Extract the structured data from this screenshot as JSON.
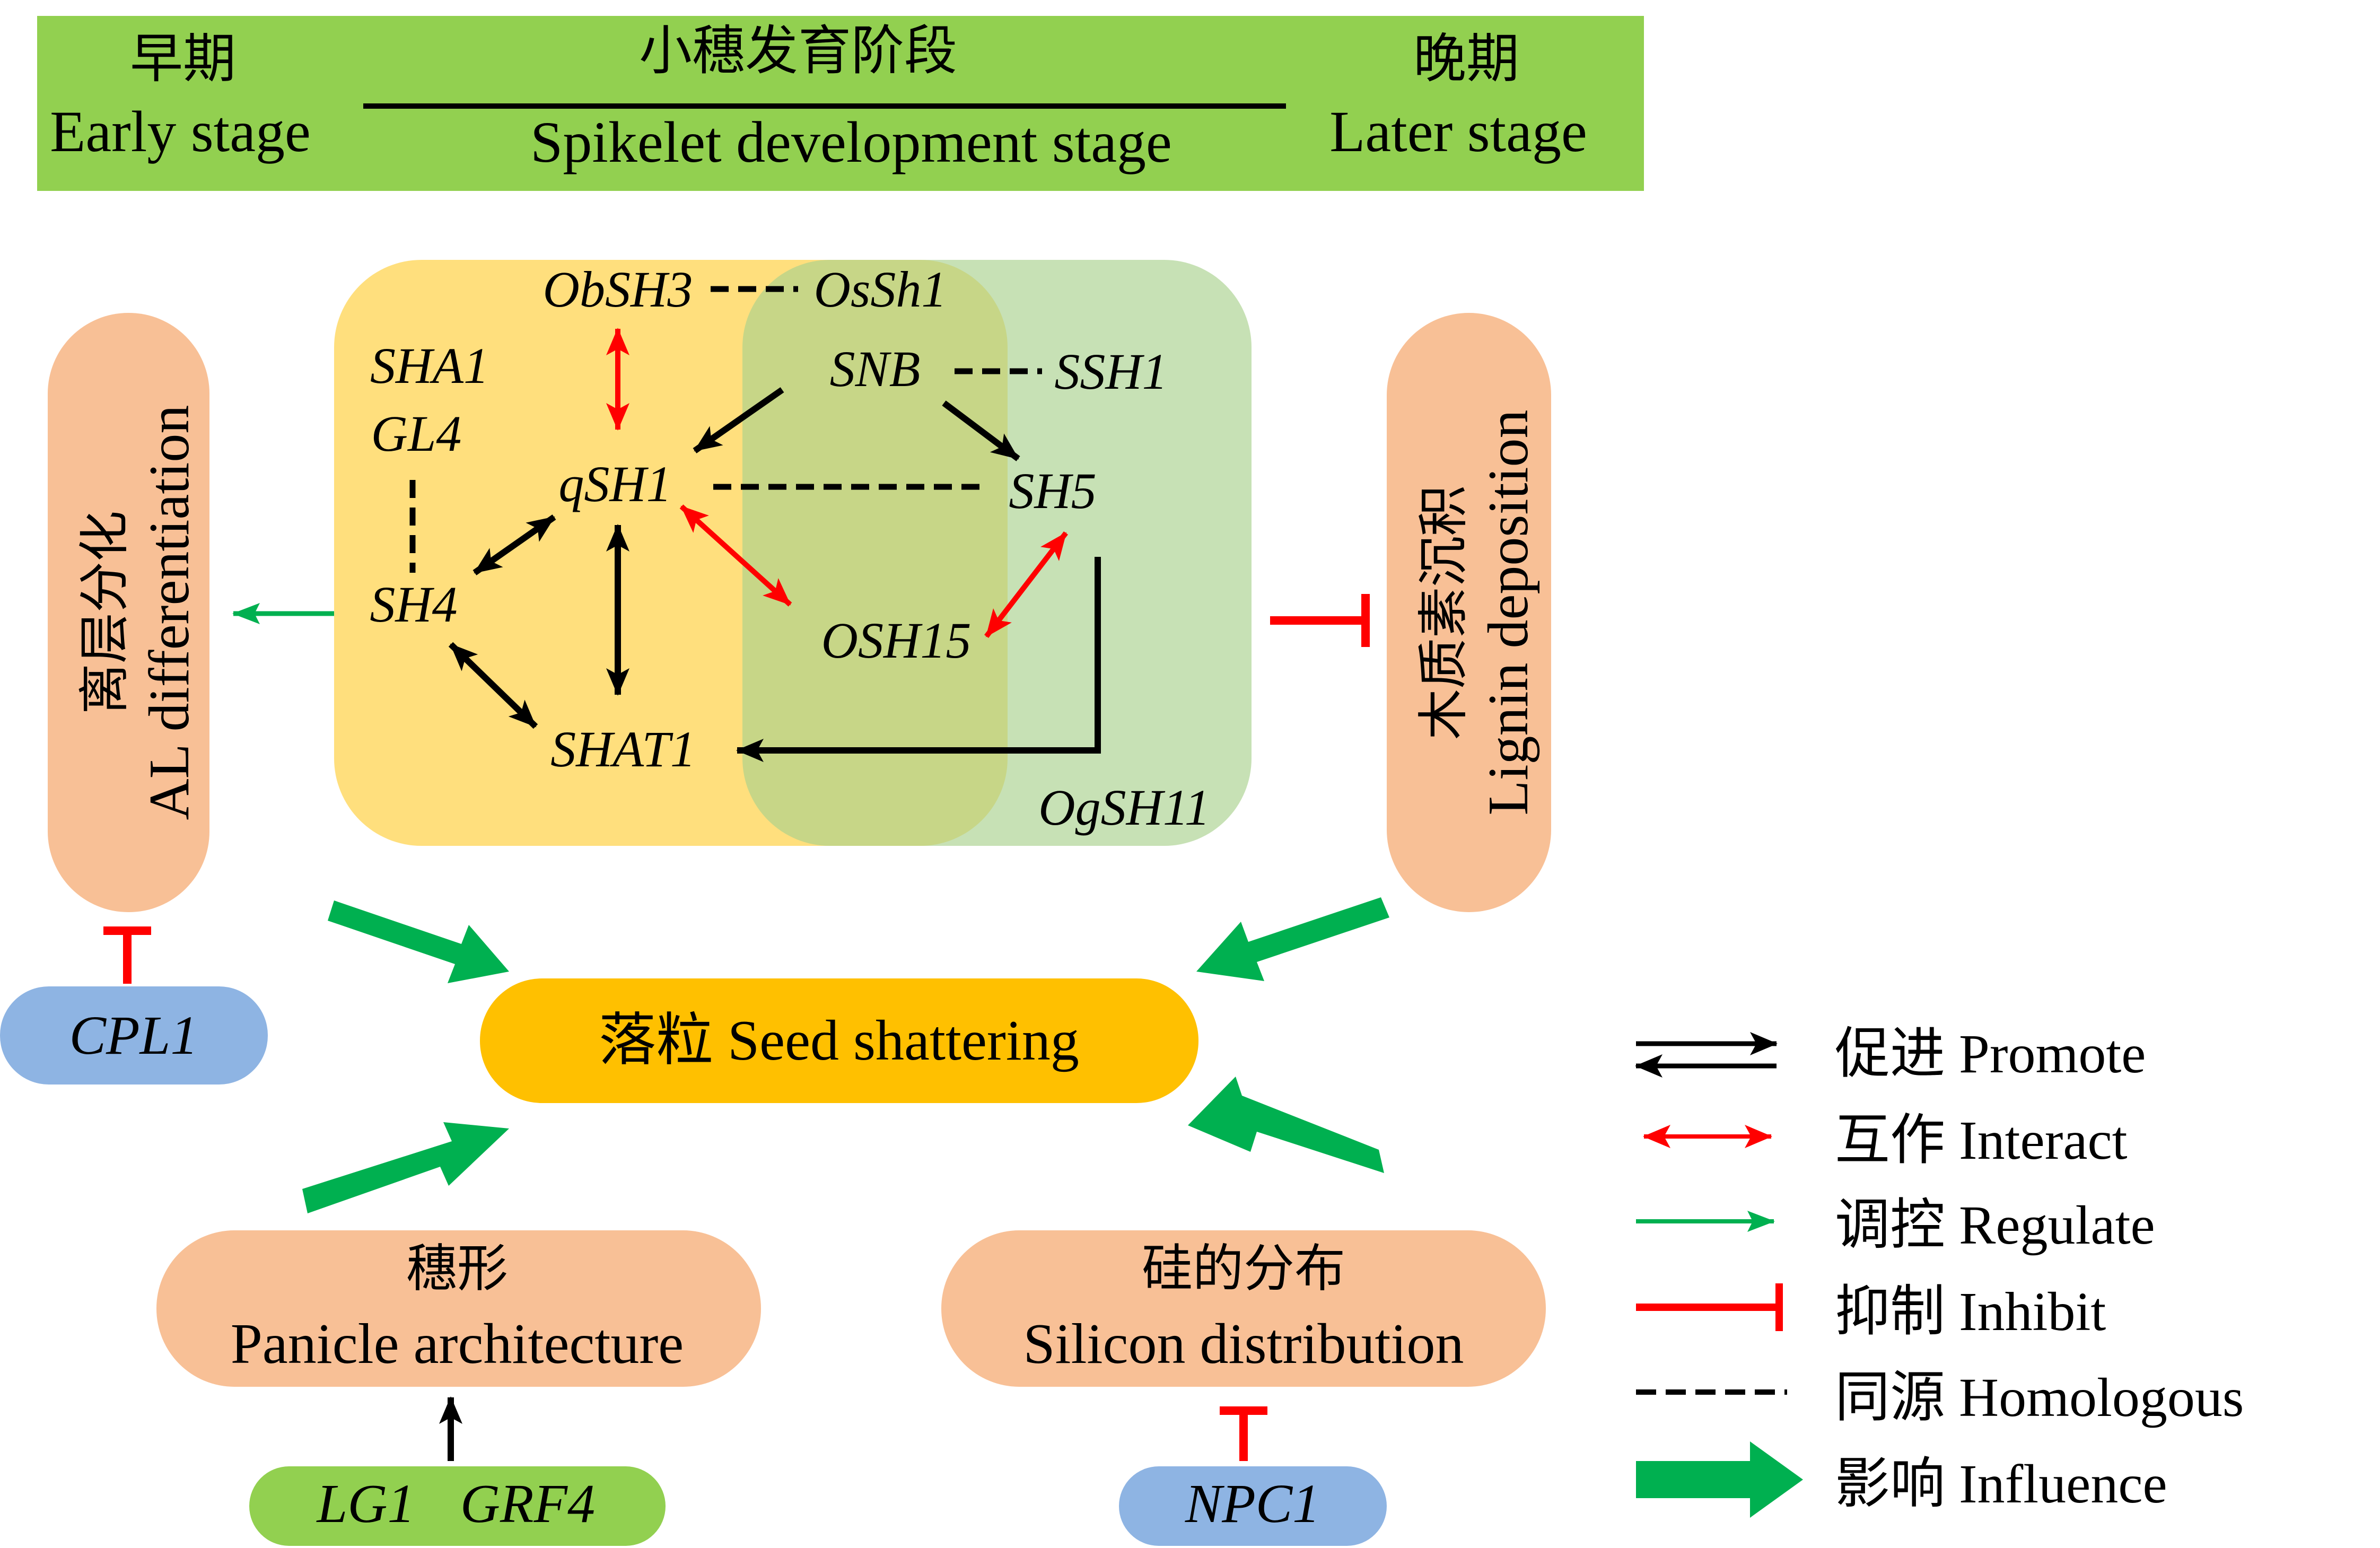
{
  "header": {
    "early_zh": "早期",
    "early_en": "Early stage",
    "middle_zh": "小穗发育阶段",
    "middle_en": "Spikelet development stage",
    "later_zh": "晚期",
    "later_en": "Later stage"
  },
  "genes": {
    "obsh3": "ObSH3",
    "ossh1": "OsSh1",
    "sha1": "SHA1",
    "gl4": "GL4",
    "snb": "SNB",
    "ssh1": "SSH1",
    "qsh1": "qSH1",
    "sh5": "SH5",
    "sh4": "SH4",
    "osh15": "OSH15",
    "shat1": "SHAT1",
    "ogsh11": "OgSH11"
  },
  "left_pill": {
    "zh": "离层分化",
    "en": "AL differentiation"
  },
  "right_pill": {
    "zh": "木质素沉积",
    "en": "Lignin deposition"
  },
  "center": {
    "label": "落粒 Seed shattering"
  },
  "panicle": {
    "zh": "穗形",
    "en": "Panicle architecture"
  },
  "silicon": {
    "zh": "硅的分布",
    "en": "Silicon distribution"
  },
  "regulators": {
    "cpl1": "CPL1",
    "lg1": "LG1",
    "grf4": "GRF4",
    "npc1": "NPC1"
  },
  "legend": {
    "promote": "促进 Promote",
    "interact": "互作 Interact",
    "regulate": "调控 Regulate",
    "inhibit": "抑制 Inhibit",
    "homologous": "同源 Homologous",
    "influence": "影响 Influence"
  },
  "colors": {
    "header_green": "#92d050",
    "yellow_box": "#ffd966",
    "green_box": "#a9d18e",
    "peach": "#f8c096",
    "gold": "#ffc000",
    "blue": "#8eb4e3",
    "light_green": "#92d050",
    "arrow_green": "#00b050",
    "red": "#ff0000",
    "black": "#000000"
  }
}
